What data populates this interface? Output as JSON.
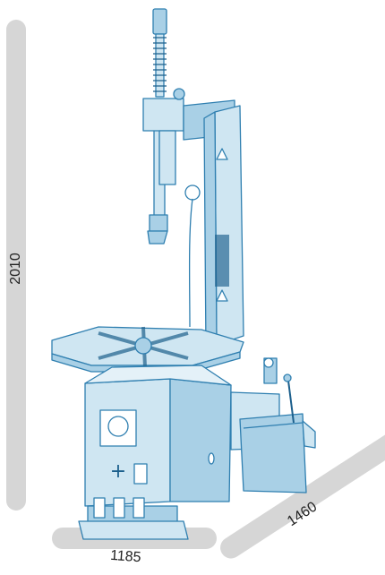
{
  "dimensions": {
    "height": "2010",
    "depth": "1185",
    "width": "1460"
  },
  "colors": {
    "bar": "#d6d6d6",
    "machine_fill": "#cfe6f2",
    "machine_mid": "#a9d0e6",
    "machine_line": "#2f7fb0",
    "machine_dark": "#1c5f8c"
  }
}
